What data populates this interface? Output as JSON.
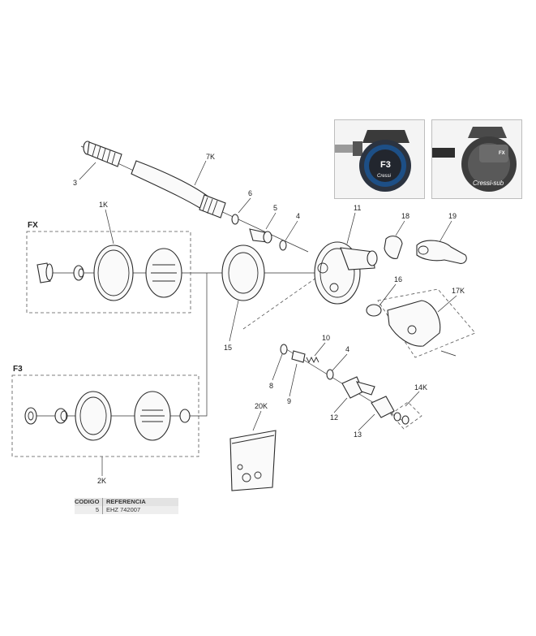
{
  "labels": {
    "l3": "3",
    "l7k": "7K",
    "l6": "6",
    "l5": "5",
    "l4a": "4",
    "l11": "11",
    "l18": "18",
    "l19": "19",
    "l1k": "1K",
    "l16": "16",
    "l17k": "17K",
    "l15": "15",
    "l10": "10",
    "l4b": "4",
    "l8": "8",
    "l9": "9",
    "l12": "12",
    "l13": "13",
    "l14k": "14K",
    "l20k": "20K",
    "l2k": "2K"
  },
  "groups": {
    "fx": "FX",
    "f3": "F3"
  },
  "photos": {
    "left_badge": "F3",
    "left_brand": "Cressi",
    "right_badge": "FX",
    "right_brand": "Cressi-sub"
  },
  "table": {
    "col1": "CODIGO",
    "col2": "REFERENCIA",
    "rows": [
      {
        "code": "5",
        "ref": "EHZ 742007"
      }
    ]
  }
}
